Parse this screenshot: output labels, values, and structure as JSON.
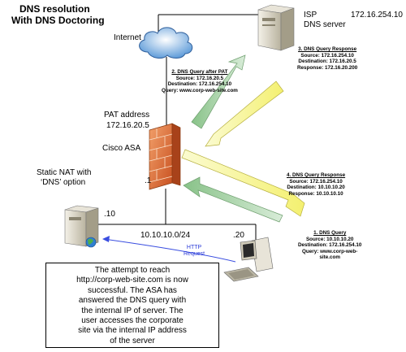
{
  "title": {
    "line1": "DNS resolution",
    "line2": "With DNS Doctoring"
  },
  "labels": {
    "internet": "Internet",
    "isp": "ISP",
    "dns_server": "DNS server",
    "dns_server_ip": "172.16.254.10",
    "pat_address": "PAT address",
    "pat_ip": "172.16.20.5",
    "cisco_asa": "Cisco ASA",
    "static_nat_1": "Static NAT with",
    "static_nat_2": "‘DNS’ option",
    "asa_inside": ".1",
    "server_host": ".10",
    "subnet": "10.10.10.0/24",
    "client_host": ".20",
    "http_1": "HTTP",
    "http_2": "Request"
  },
  "steps": {
    "step1": {
      "title": "1. DNS Query",
      "l1": "Source: 10.10.10.20",
      "l2": "Destination: 172.16.254.10",
      "l3": "Query: www.corp-web-",
      "l4": "site.com"
    },
    "step2": {
      "title": "2. DNS Query after PAT",
      "l1": "Source: 172.16.20.5",
      "l2": "Destination: 172.16.254.10",
      "l3": "Query: www.corp-web-site.com"
    },
    "step3": {
      "title": "3. DNS Query Response",
      "l1": "Source: 172.16.254.10",
      "l2": "Destination: 172.16.20.5",
      "l3": "Response: 172.16.20.200"
    },
    "step4": {
      "title": "4. DNS Query Response",
      "l1": "Source: 172.16.254.10",
      "l2": "Destination: 10.10.10.20",
      "l3": "Response: 10.10.10.10"
    }
  },
  "note": {
    "l1": "The attempt to reach",
    "l2": "http://corp-web-site.com is now",
    "l3": "successful. The ASA has",
    "l4": "answered the DNS query with",
    "l5": "the internal IP of server. The",
    "l6": "user accesses the corporate",
    "l7": "site via the internal IP address",
    "l8": "of the server"
  }
}
